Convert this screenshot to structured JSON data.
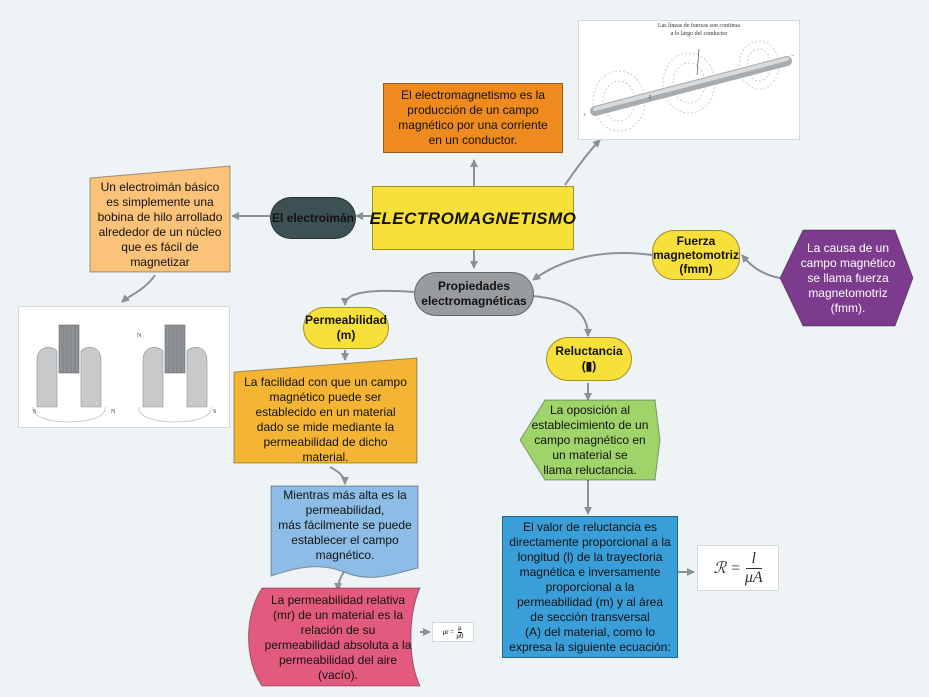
{
  "nodes": {
    "title": "ELECTROMAGNETISMO",
    "definition": "El electromagnetismo es la producción de un campo magnético por una corriente en un conductor.",
    "electroiman": "El electroimán",
    "electroiman_desc": "Un electroimán básico es simplemente una bobina de hilo arrollado alrededor de un núcleo que es fácil de magnetizar",
    "propiedades": "Propiedades electromagnéticas",
    "permeabilidad": "Permeabilidad (m)",
    "permeabilidad_desc": "La facilidad con que un campo magnético puede ser establecido en un material\ndado se mide mediante la permeabilidad de dicho material.",
    "permeabilidad_mas": "Mientras más alta es la permeabilidad,\nmás fácilmente se puede establecer el campo magnético.",
    "permeabilidad_relativa": "La permeabilidad relativa (mr) de un material es la relación de su permeabilidad absoluta a la permeabilidad del aire (vacío).",
    "reluctancia": "Reluctancia (▮)",
    "reluctancia_desc": "La oposición al establecimiento de un campo magnético en un material se\nllama reluctancia.",
    "reluctancia_valor": "El valor de reluctancia es directamente proporcional a la longitud (l) de la trayectoria magnética e inversamente proporcional a la permeabilidad (m) y al área de sección transversal\n(A) del material, como lo expresa la siguiente ecuación:",
    "fmm": "Fuerza magnetomotriz (fmm)",
    "fmm_desc": "La causa de un campo magnético se llama fuerza magnetomotriz (fmm)."
  },
  "images": {
    "conductor_caption_1": "Las líneas de fuerzas son continua",
    "conductor_caption_2": "a lo largo del conductor",
    "conductor_label_i": "I",
    "conductor_plus": "+",
    "conductor_minus": "−",
    "magnet_label_s": "S",
    "magnet_label_n": "N",
    "formula_reluctance_lhs": "ℛ =",
    "formula_reluctance_num": "l",
    "formula_reluctance_den": "μA",
    "formula_mu_lhs": "μr =",
    "formula_mu_num": "μ",
    "formula_mu_den": "μ0"
  },
  "colors": {
    "background": "#eef3f6",
    "yellow": "#f8e03a",
    "orange": "#ef8a1e",
    "peach": "#fbc27a",
    "dark": "#3d5152",
    "gray": "#999c9f",
    "gold": "#f4b535",
    "light_blue": "#8dbde6",
    "pink": "#e25a7e",
    "green": "#9fd46a",
    "blue": "#3a9ed9",
    "purple": "#7c3b8d",
    "connector": "#8b9296"
  }
}
